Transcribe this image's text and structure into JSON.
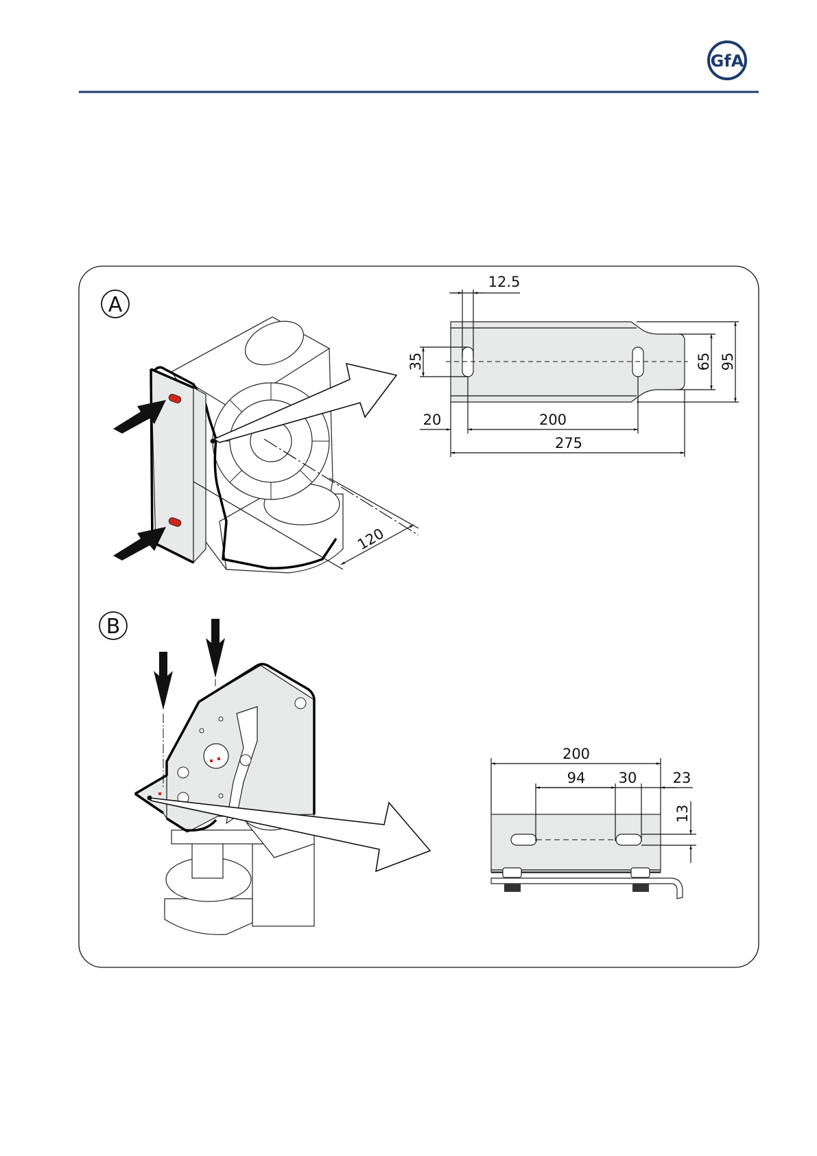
{
  "brand": {
    "logo_text": "GfA",
    "color": "#1c3a6e"
  },
  "figures": {
    "A": {
      "label": "A",
      "assembly_dimension": "120",
      "bracket_drawing": {
        "slot_width": "12.5",
        "slot_length": "35",
        "tail_width": "65",
        "overall_width": "95",
        "edge_to_slot": "20",
        "slot_spacing": "200",
        "overall_length": "275"
      }
    },
    "B": {
      "label": "B",
      "bracket_drawing": {
        "overall_width": "200",
        "slot_spacing": "94",
        "slot_length": "30",
        "edge_offset": "23",
        "slot_height": "13"
      }
    }
  },
  "colors": {
    "accent_red": "#d0261c",
    "plate_fill": "#e8e9e9",
    "rule": "#1c3a6e"
  }
}
